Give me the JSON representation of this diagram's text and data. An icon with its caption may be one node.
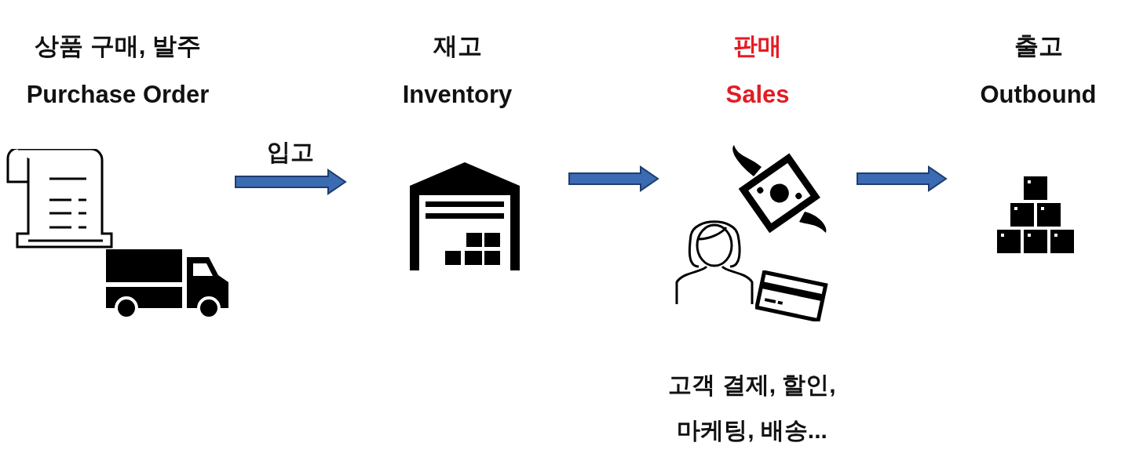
{
  "diagram": {
    "nodes": [
      {
        "text": [
          "상품 구매, 발주",
          "Purchase Order"
        ]
      },
      {
        "text": [
          "재고",
          "Inventory"
        ]
      },
      {
        "text": [
          "판매",
          "Sales"
        ],
        "beside": [
          "고객 결제, 할인, 마케팅, 배송..."
        ]
      },
      {
        "text": [
          "출고",
          "Outbound"
        ]
      }
    ],
    "edges": [
      {
        "from": 0,
        "to": 1,
        "arrow": "to",
        "label": "입고"
      },
      {
        "from": 1,
        "to": 2,
        "arrow": "to"
      },
      {
        "from": 2,
        "to": 3,
        "arrow": "to"
      }
    ]
  }
}
